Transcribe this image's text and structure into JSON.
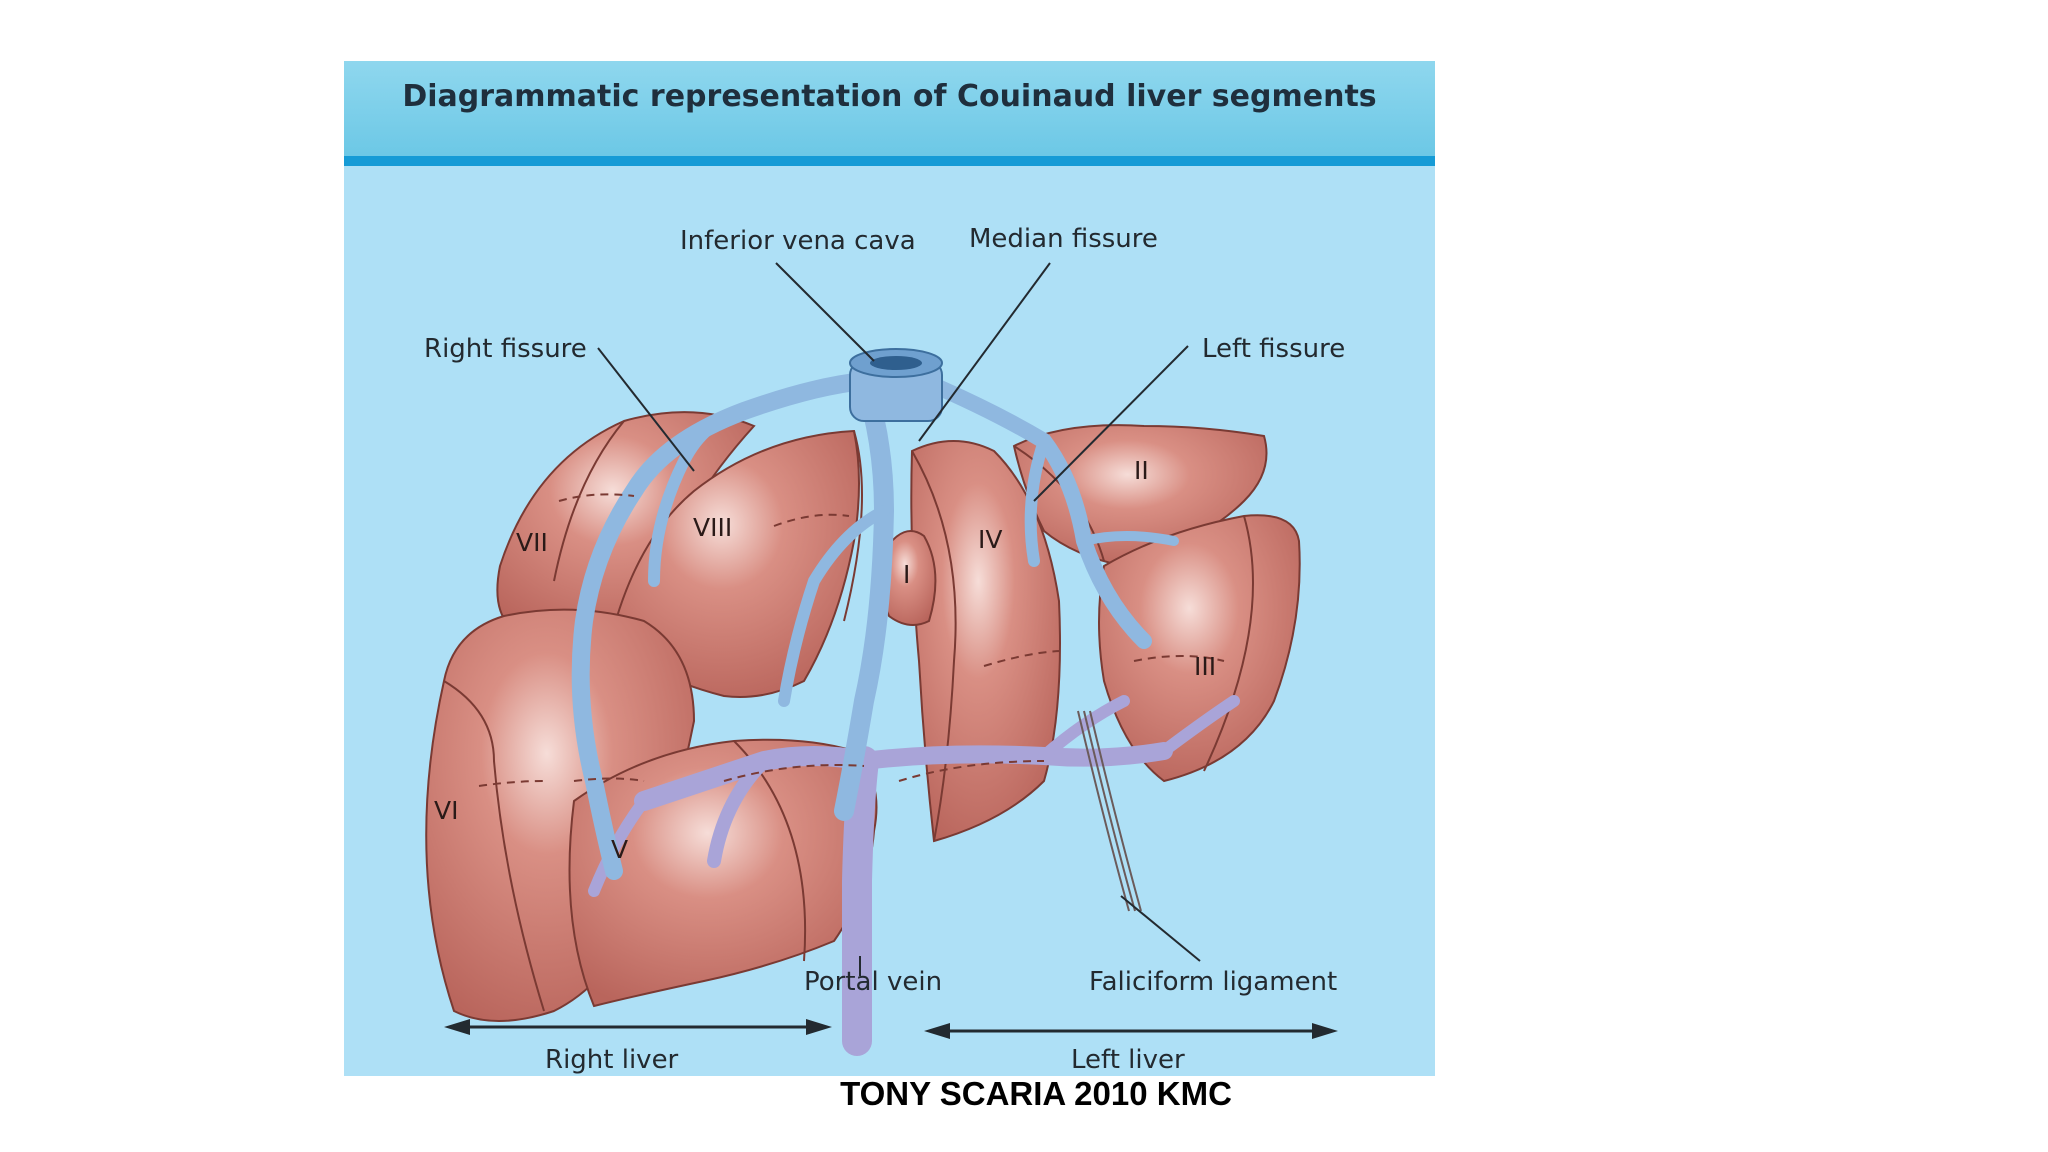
{
  "title": "Diagrammatic representation of Couinaud liver segments",
  "labels": {
    "ivc": "Inferior vena cava",
    "median_fissure": "Median fissure",
    "right_fissure": "Right fissure",
    "left_fissure": "Left fissure",
    "portal_vein": "Portal vein",
    "falciform": "Faliciform ligament",
    "right_liver": "Right liver",
    "left_liver": "Left liver"
  },
  "segments": {
    "s1": "I",
    "s2": "II",
    "s3": "III",
    "s4": "IV",
    "s5": "V",
    "s6": "VI",
    "s7": "VII",
    "s8": "VIII"
  },
  "credit": "TONY SCARIA 2010 KMC",
  "colors": {
    "background": "#aee0f6",
    "title_band": "#7ccfe9",
    "title_rule": "#159bd6",
    "liver": "#c9736a",
    "hepatic_vein": "#8fb8e0",
    "portal_vein": "#a9a4d8"
  }
}
